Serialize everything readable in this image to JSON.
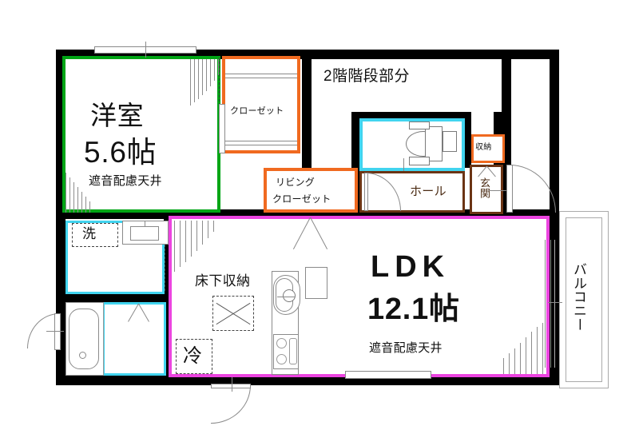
{
  "plan": {
    "title_rooms": {
      "bedroom_name": "洋室",
      "bedroom_size": "5.6帖",
      "bedroom_note": "遮音配慮天井",
      "ldk_name": "LDK",
      "ldk_size": "12.1帖",
      "ldk_note": "遮音配慮天井",
      "closet": "クローゼット",
      "living_closet_line1": "リビング",
      "living_closet_line2": "クローゼット",
      "stairs_note": "2階階段部分",
      "hall": "ホール",
      "entrance": "玄関",
      "storage": "収納",
      "balcony": "バルコニー",
      "washer": "洗",
      "fridge": "冷",
      "underfloor_storage": "床下収納"
    },
    "colors": {
      "bedroom_border": "#00a515",
      "closet_border": "#f06a20",
      "wet_area_border": "#41d4ef",
      "ldk_border": "#ec44e0",
      "hall_border": "#6b3414",
      "wall": "#000000",
      "background": "#ffffff",
      "text": "#111111"
    }
  }
}
